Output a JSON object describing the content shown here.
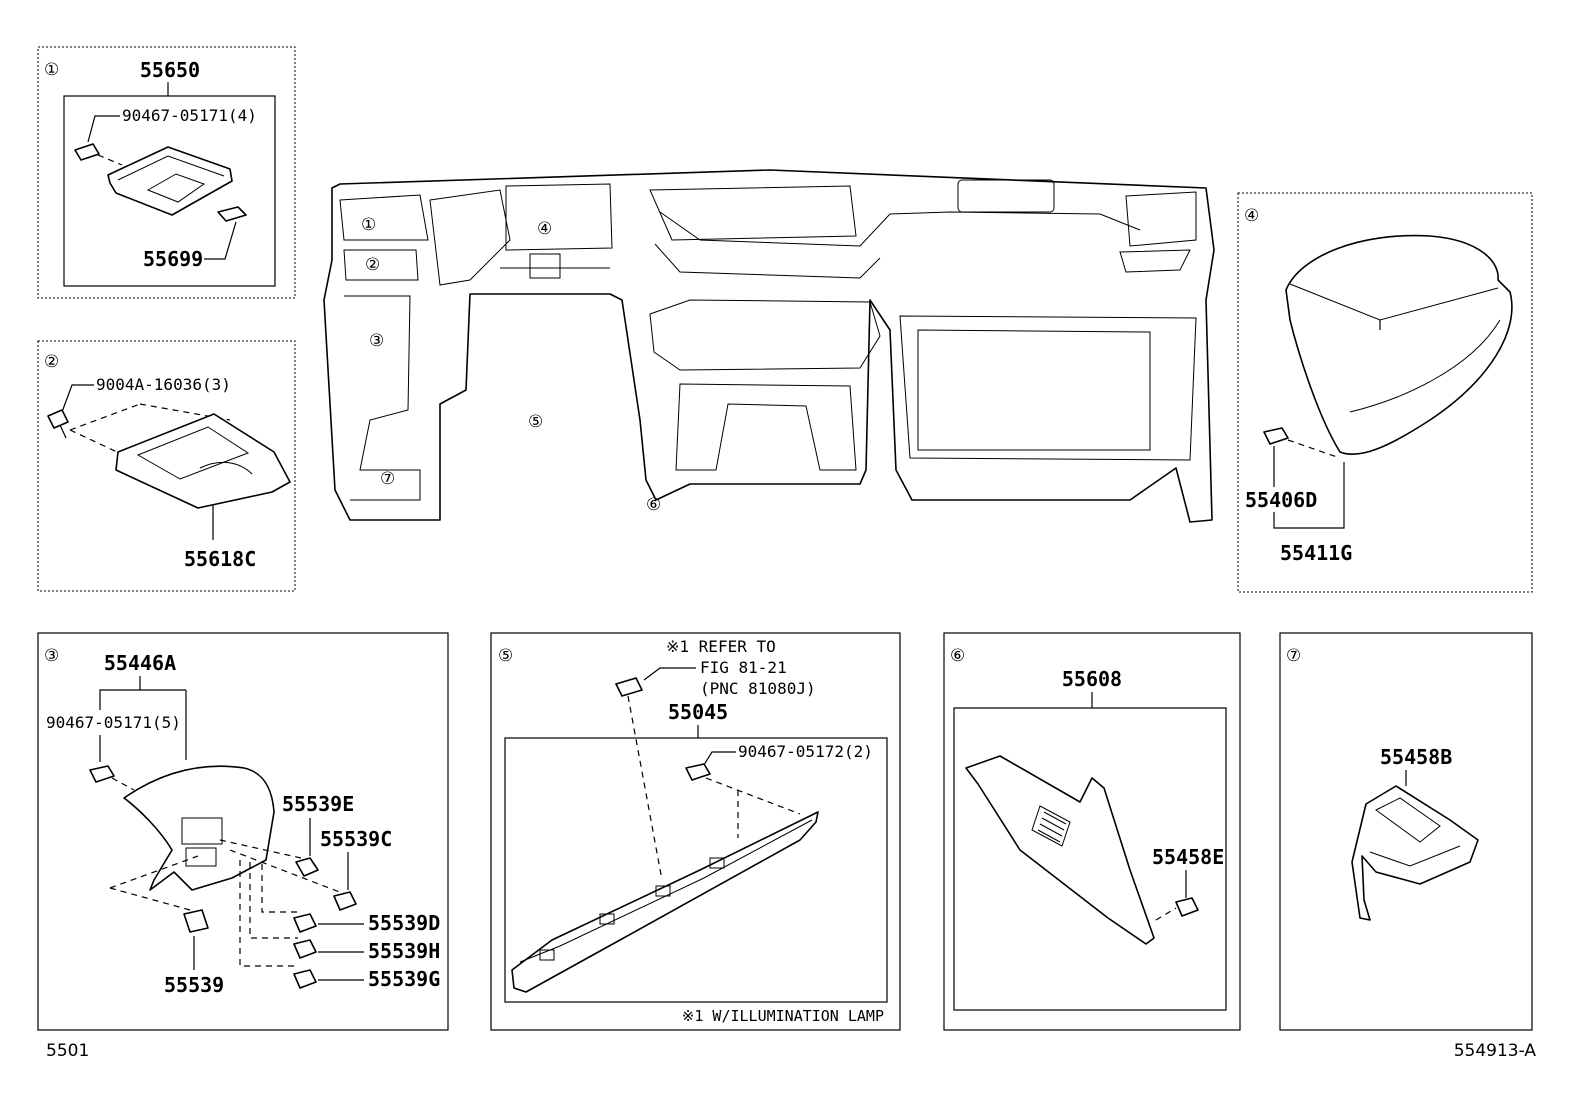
{
  "footer": {
    "page_code": "5501",
    "figure_code": "554913-A"
  },
  "main": {
    "callouts": [
      "①",
      "②",
      "③",
      "④",
      "⑤",
      "⑥",
      "⑦"
    ]
  },
  "panel1": {
    "index": "①",
    "assembly": "55650",
    "clip": "90467-05171(4)",
    "part": "55699"
  },
  "panel2": {
    "index": "②",
    "clip": "9004A-16036(3)",
    "part": "55618C"
  },
  "panel3": {
    "index": "③",
    "assembly": "55446A",
    "clip": "90467-05171(5)",
    "parts": [
      "55539E",
      "55539C",
      "55539D",
      "55539H",
      "55539G",
      "55539"
    ]
  },
  "panel4": {
    "index": "④",
    "part_a": "55406D",
    "part_b": "55411G"
  },
  "panel5": {
    "index": "⑤",
    "note_line1": "※1 REFER TO",
    "note_line2": "FIG 81-21",
    "note_line3": "(PNC 81080J)",
    "assembly": "55045",
    "clip": "90467-05172(2)",
    "footnote": "※1 W/ILLUMINATION LAMP"
  },
  "panel6": {
    "index": "⑥",
    "assembly": "55608",
    "part": "55458E"
  },
  "panel7": {
    "index": "⑦",
    "part": "55458B"
  }
}
